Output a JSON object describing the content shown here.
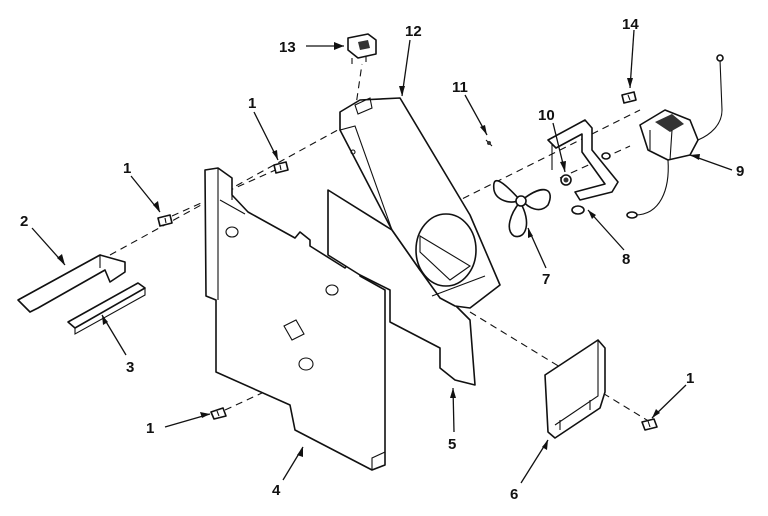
{
  "callouts": {
    "c1a": "1",
    "c1b": "1",
    "c1c": "1",
    "c1d": "1",
    "c2": "2",
    "c3": "3",
    "c4": "4",
    "c5": "5",
    "c6": "6",
    "c7": "7",
    "c8": "8",
    "c9": "9",
    "c10": "10",
    "c11": "11",
    "c12": "12",
    "c13": "13",
    "c14": "14"
  }
}
